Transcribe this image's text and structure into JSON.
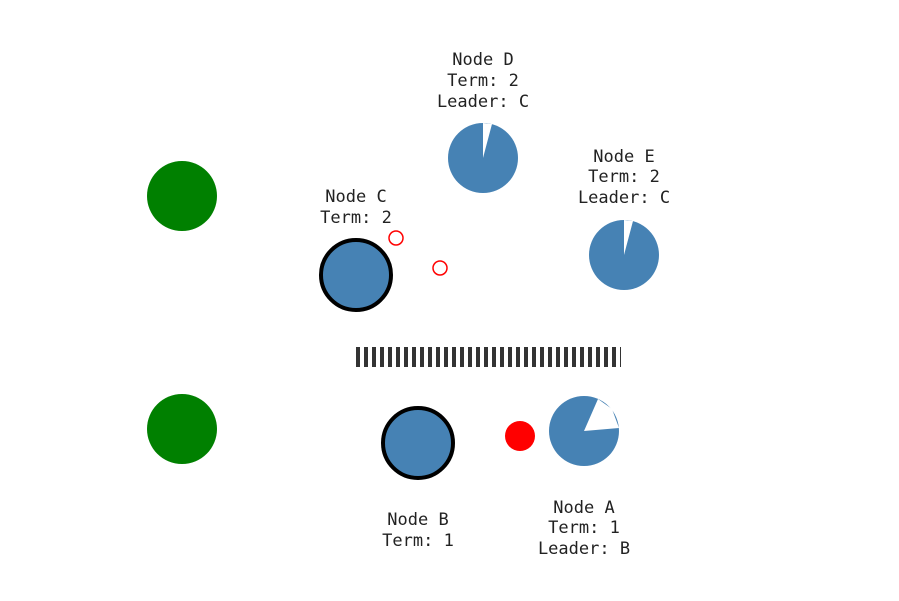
{
  "colors": {
    "node_fill": "#4682b4",
    "leader_stroke": "#000000",
    "partition_side": "#008000",
    "message_fill": "#ff0000",
    "message_outline": "#ff0000",
    "partition_bar": "#333333"
  },
  "nodes": [
    {
      "id": "D",
      "name": "Node D",
      "term": "Term: 2",
      "leader": "Leader: C",
      "is_leader": false
    },
    {
      "id": "E",
      "name": "Node E",
      "term": "Term: 2",
      "leader": "Leader: C",
      "is_leader": false
    },
    {
      "id": "C",
      "name": "Node C",
      "term": "Term: 2",
      "leader": "",
      "is_leader": true
    },
    {
      "id": "B",
      "name": "Node B",
      "term": "Term: 1",
      "leader": "",
      "is_leader": true
    },
    {
      "id": "A",
      "name": "Node A",
      "term": "Term: 1",
      "leader": "Leader: B",
      "is_leader": false
    }
  ]
}
